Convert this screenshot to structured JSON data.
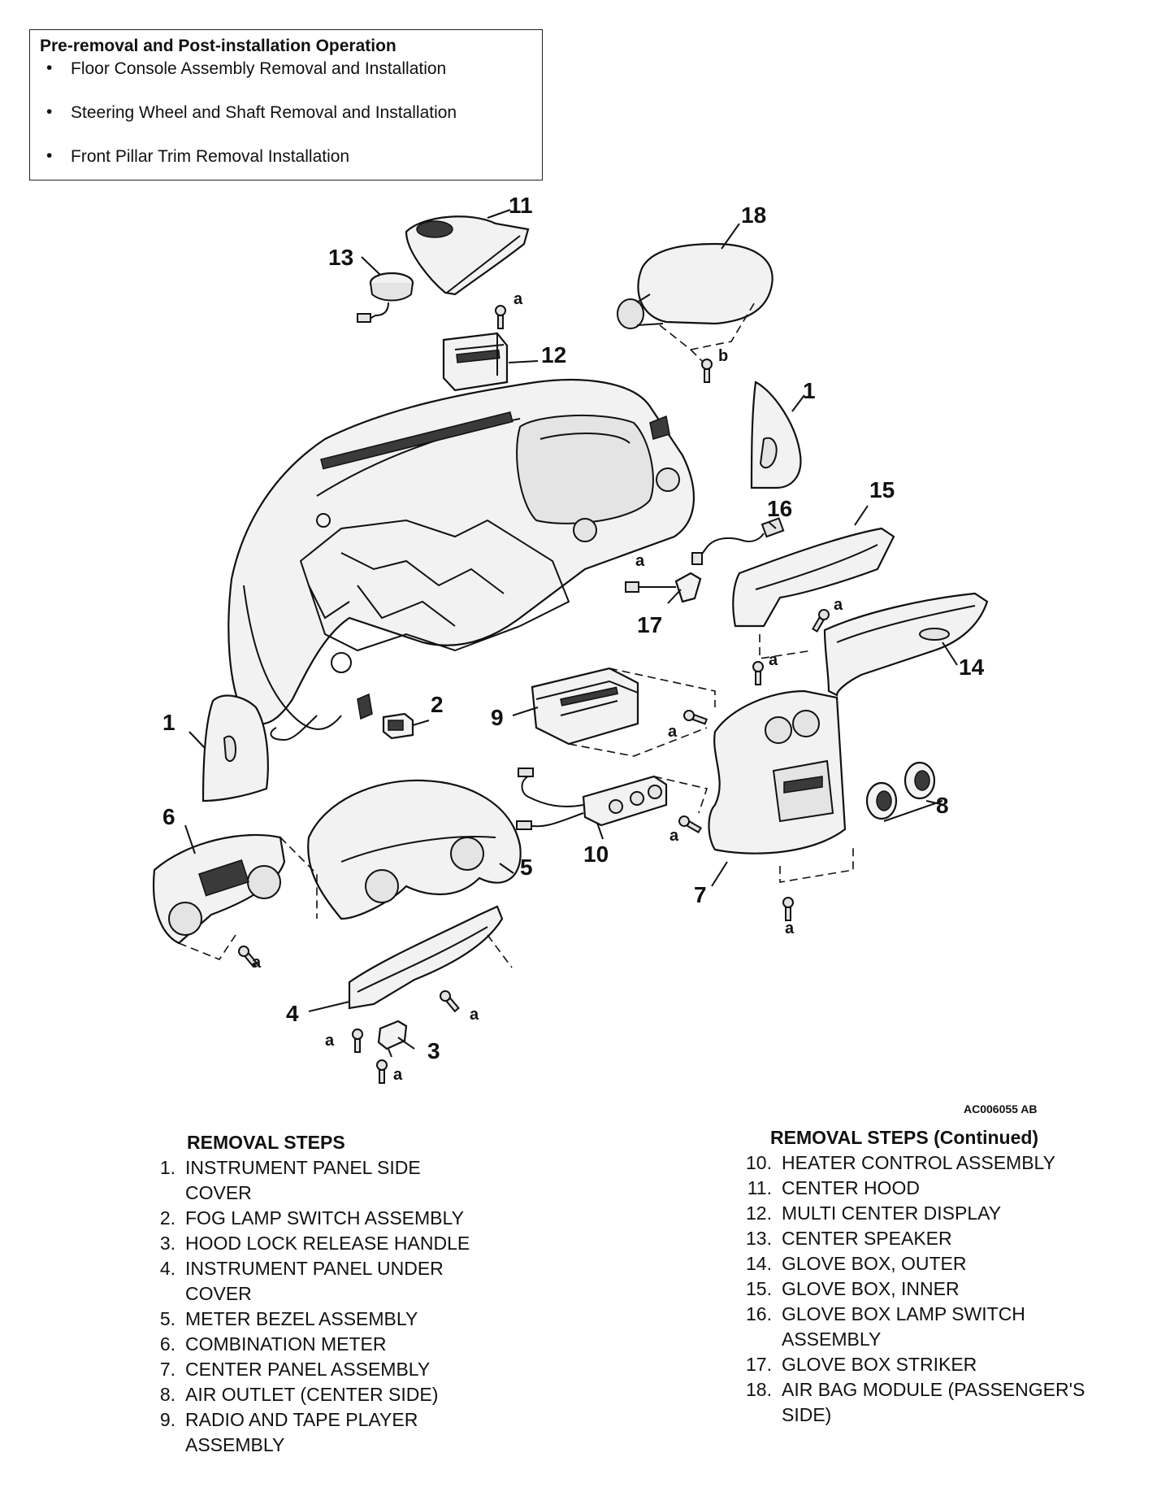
{
  "pre_operation": {
    "title": "Pre-removal and Post-installation Operation",
    "items": [
      "Floor Console Assembly Removal and Installation",
      "Steering Wheel and Shaft Removal and Installation",
      "Front Pillar Trim Removal Installation"
    ]
  },
  "figure_code": "AC006055 AB",
  "callouts": {
    "c1a": "1",
    "c1b": "1",
    "c2": "2",
    "c3": "3",
    "c4": "4",
    "c5": "5",
    "c6": "6",
    "c7": "7",
    "c8": "8",
    "c9": "9",
    "c10": "10",
    "c11": "11",
    "c12": "12",
    "c13": "13",
    "c14": "14",
    "c15": "15",
    "c16": "16",
    "c17": "17",
    "c18": "18"
  },
  "fastener_labels": {
    "a": "a",
    "b": "b"
  },
  "removal_steps": {
    "title": "REMOVAL STEPS",
    "items": [
      {
        "num": "1.",
        "lines": [
          "INSTRUMENT PANEL SIDE",
          "COVER"
        ]
      },
      {
        "num": "2.",
        "lines": [
          "FOG LAMP SWITCH ASSEMBLY"
        ]
      },
      {
        "num": "3.",
        "lines": [
          "HOOD LOCK RELEASE HANDLE"
        ]
      },
      {
        "num": "4.",
        "lines": [
          "INSTRUMENT PANEL UNDER",
          "COVER"
        ]
      },
      {
        "num": "5.",
        "lines": [
          "METER BEZEL ASSEMBLY"
        ]
      },
      {
        "num": "6.",
        "lines": [
          "COMBINATION METER"
        ]
      },
      {
        "num": "7.",
        "lines": [
          "CENTER PANEL ASSEMBLY"
        ]
      },
      {
        "num": "8.",
        "lines": [
          "AIR OUTLET (CENTER SIDE)"
        ]
      },
      {
        "num": "9.",
        "lines": [
          "RADIO AND TAPE PLAYER",
          "ASSEMBLY"
        ]
      }
    ]
  },
  "removal_steps_continued": {
    "title": "REMOVAL STEPS (Continued)",
    "items": [
      {
        "num": "10.",
        "lines": [
          "HEATER CONTROL ASSEMBLY"
        ]
      },
      {
        "num": "11.",
        "lines": [
          "CENTER HOOD"
        ]
      },
      {
        "num": "12.",
        "lines": [
          "MULTI CENTER DISPLAY"
        ]
      },
      {
        "num": "13.",
        "lines": [
          "CENTER SPEAKER"
        ]
      },
      {
        "num": "14.",
        "lines": [
          "GLOVE BOX, OUTER"
        ]
      },
      {
        "num": "15.",
        "lines": [
          "GLOVE BOX, INNER"
        ]
      },
      {
        "num": "16.",
        "lines": [
          "GLOVE BOX LAMP SWITCH",
          "ASSEMBLY"
        ]
      },
      {
        "num": "17.",
        "lines": [
          "GLOVE BOX STRIKER"
        ]
      },
      {
        "num": "18.",
        "lines": [
          "AIR BAG MODULE (PASSENGER'S",
          "SIDE)"
        ]
      }
    ]
  }
}
